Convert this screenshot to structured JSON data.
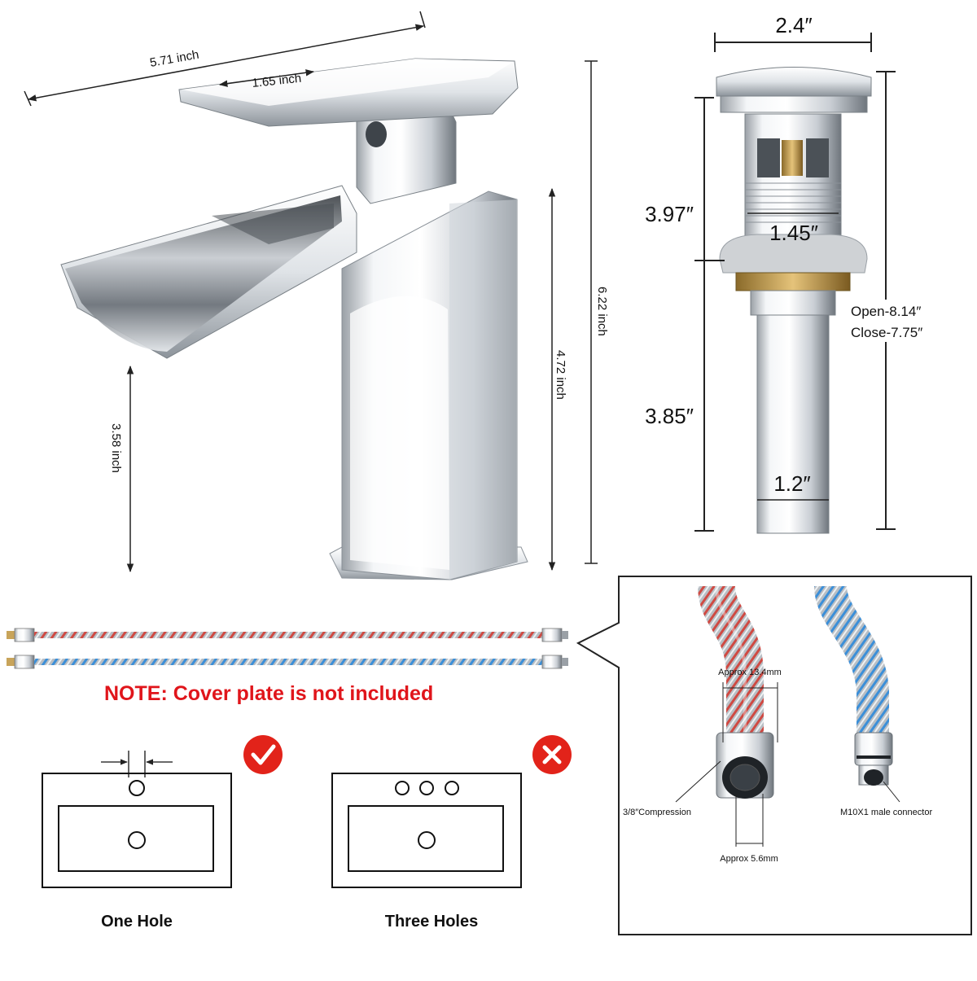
{
  "faucet": {
    "dims": {
      "overall_length": "5.71 inch",
      "handle_width": "1.65 inch",
      "total_height": "6.22 inch",
      "body_height": "4.72 inch",
      "spout_clearance": "3.58 inch"
    }
  },
  "drain": {
    "dims": {
      "cap_diameter": "2.4″",
      "upper_height": "3.97″",
      "thread_diameter": "1.45″",
      "lower_height": "3.85″",
      "tail_diameter": "1.2″",
      "total_open": "Open-8.14″",
      "total_close": "Close-7.75″"
    }
  },
  "hoses": {
    "labels": {
      "compression": "3/8″Compression",
      "nut_width": "Approx 13.4mm",
      "bore": "Approx 5.6mm",
      "connector": "M10X1 male connector"
    },
    "colors": {
      "hot": "#d8403a",
      "cold": "#3c8fd8"
    }
  },
  "note": {
    "text": "NOTE: Cover plate is not included",
    "color": "#e0151b"
  },
  "compatibility": {
    "one_hole": {
      "label": "One Hole",
      "status": "check-icon"
    },
    "three_holes": {
      "label": "Three Holes",
      "status": "x-icon"
    }
  }
}
